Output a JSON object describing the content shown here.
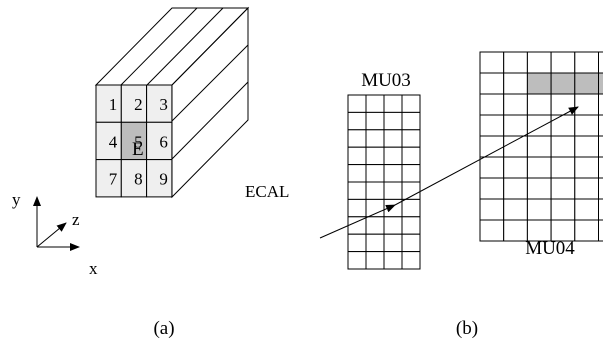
{
  "panel_a": {
    "caption": "(a)",
    "cells": [
      {
        "label": "1",
        "highlight": false
      },
      {
        "label": "2",
        "highlight": false
      },
      {
        "label": "3",
        "highlight": false
      },
      {
        "label": "4",
        "highlight": false
      },
      {
        "label": "5",
        "highlight": true
      },
      {
        "label": "6",
        "highlight": false
      },
      {
        "label": "7",
        "highlight": false
      },
      {
        "label": "8",
        "highlight": false
      },
      {
        "label": "9",
        "highlight": false
      }
    ],
    "energy_label": "E",
    "detector_label": "ECAL",
    "axes": {
      "y": "y",
      "z": "z",
      "x": "x"
    }
  },
  "panel_b": {
    "caption": "(b)",
    "mu03": {
      "label": "MU03",
      "cols": 4,
      "rows": 10,
      "hit_cells": [
        [
          6,
          3
        ]
      ]
    },
    "mu04": {
      "label": "MU04",
      "cols": 9,
      "rows": 9,
      "hit_cells": [
        [
          2,
          1
        ],
        [
          3,
          1
        ],
        [
          4,
          1
        ],
        [
          5,
          1
        ],
        [
          6,
          1
        ]
      ]
    }
  },
  "colors": {
    "face_cell": "#efefef",
    "hit_cell": "#bdbdbd",
    "line": "#000000",
    "background": "#ffffff"
  }
}
